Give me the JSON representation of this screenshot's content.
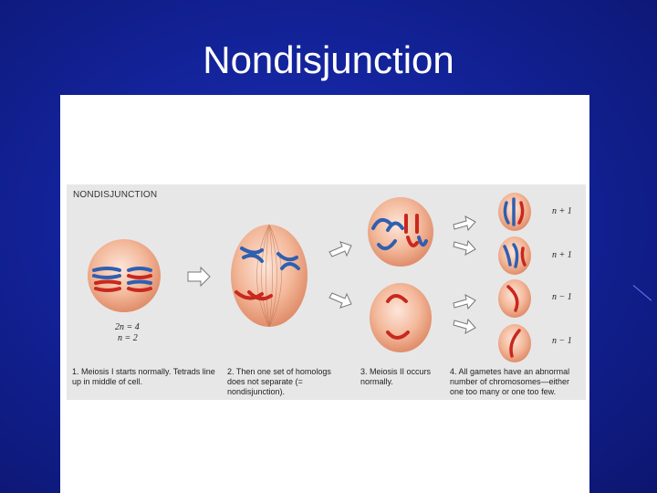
{
  "slide": {
    "title": "Nondisjunction"
  },
  "figure": {
    "heading": "NONDISJUNCTION",
    "ploidy": [
      "2n = 4",
      "n = 2"
    ],
    "gamete_labels": [
      "n + 1",
      "n + 1",
      "n − 1",
      "n − 1"
    ],
    "captions": [
      {
        "num": "1.",
        "text": "Meiosis I starts normally. Tetrads line up in middle of cell."
      },
      {
        "num": "2.",
        "text": "Then one set of homologs does not separate (= nondisjunction)."
      },
      {
        "num": "3.",
        "text": "Meiosis II occurs normally."
      },
      {
        "num": "4.",
        "text": "All gametes have an abnormal number of chromosomes—either one too many or one too few."
      }
    ]
  },
  "colors": {
    "blue_chromosome": "#2f5fb0",
    "red_chromosome": "#c8281e",
    "cell": "#f3b89a"
  }
}
